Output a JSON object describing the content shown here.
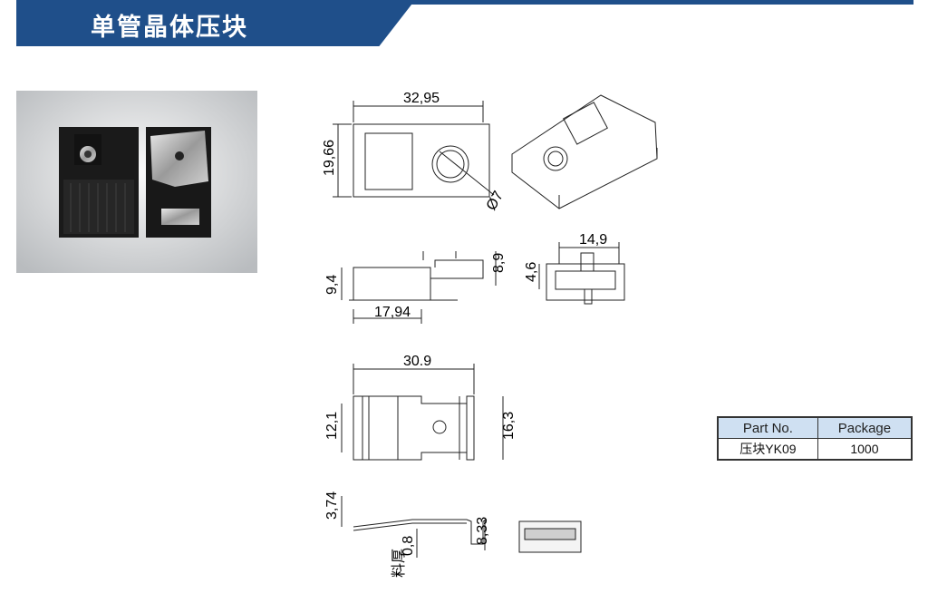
{
  "header": {
    "title": "单管晶体压块"
  },
  "dimensions": {
    "top_width": "32,95",
    "top_height": "19,66",
    "hole_diameter": "Ø7",
    "side_height": "9,4",
    "side_width": "17,94",
    "side_right_height": "8,9",
    "end_width": "14,9",
    "end_height": "4,6",
    "plate_width": "30.9",
    "plate_left_height": "12,1",
    "plate_right_height": "16,3",
    "profile_top": "3,74",
    "profile_thickness": "0,8",
    "profile_thickness_label": "料厚",
    "profile_height": "8,33"
  },
  "table": {
    "headers": [
      "Part No.",
      "Package"
    ],
    "rows": [
      [
        "压块YK09",
        "1000"
      ]
    ]
  },
  "colors": {
    "header_blue": "#1f4f8a",
    "table_header_bg": "#cfe0f2"
  }
}
